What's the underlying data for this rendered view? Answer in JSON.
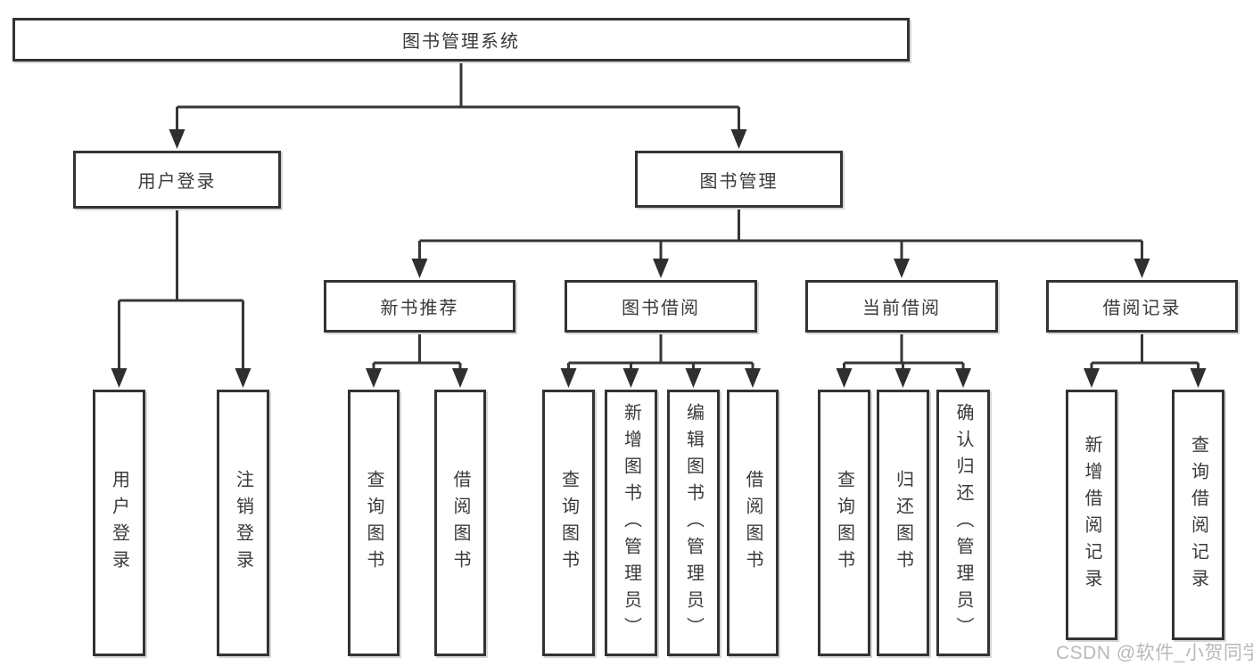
{
  "tree": {
    "root": {
      "label": "图书管理系统",
      "children": [
        {
          "label": "用户登录",
          "children": [
            {
              "label": "用户登录"
            },
            {
              "label": "注销登录"
            }
          ]
        },
        {
          "label": "图书管理",
          "children": [
            {
              "label": "新书推荐",
              "children": [
                {
                  "label": "查询图书"
                },
                {
                  "label": "借阅图书"
                }
              ]
            },
            {
              "label": "图书借阅",
              "children": [
                {
                  "label": "查询图书"
                },
                {
                  "label": "新增图书（管理员）"
                },
                {
                  "label": "编辑图书（管理员）"
                },
                {
                  "label": "借阅图书"
                }
              ]
            },
            {
              "label": "当前借阅",
              "children": [
                {
                  "label": "查询图书"
                },
                {
                  "label": "归还图书"
                },
                {
                  "label": "确认归还（管理员）"
                }
              ]
            },
            {
              "label": "借阅记录",
              "children": [
                {
                  "label": "新增借阅记录"
                },
                {
                  "label": "查询借阅记录"
                }
              ]
            }
          ]
        }
      ]
    }
  },
  "watermark": {
    "text": "CSDN @软件_小贺同学"
  },
  "colors": {
    "line": "#363636",
    "border": "#333333",
    "text": "#3a3a3a",
    "watermark": "#b9b9b9",
    "background": "#ffffff"
  }
}
